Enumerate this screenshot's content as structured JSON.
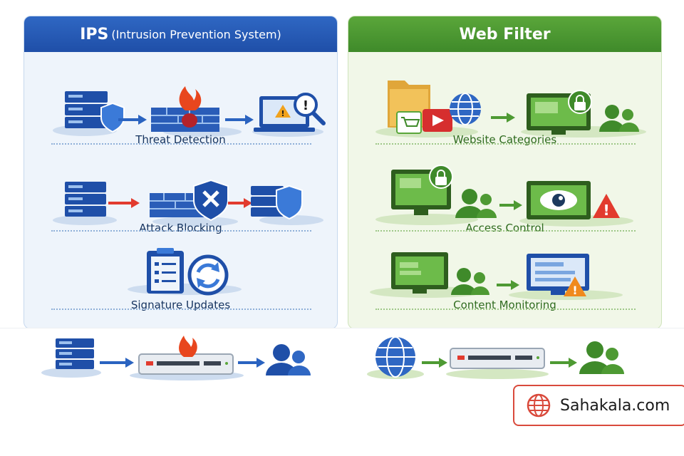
{
  "ips": {
    "title": "IPS",
    "subtitle": "(Intrusion Prevention System)",
    "sections": [
      {
        "label": "Threat Detection"
      },
      {
        "label": "Attack Blocking"
      },
      {
        "label": "Signature Updates"
      }
    ]
  },
  "web_filter": {
    "title": "Web Filter",
    "sections": [
      {
        "label": "Website Categories"
      },
      {
        "label": "Access Control"
      },
      {
        "label": "Content Monitoring"
      }
    ]
  },
  "brand": {
    "text": "Sahakala.com"
  },
  "colors": {
    "ips_blue": "#1f4fa8",
    "wf_green": "#3f8a2a",
    "alert_red": "#e23b2e",
    "warning_orange": "#f08a1d",
    "brand_border": "#d94a3c"
  }
}
